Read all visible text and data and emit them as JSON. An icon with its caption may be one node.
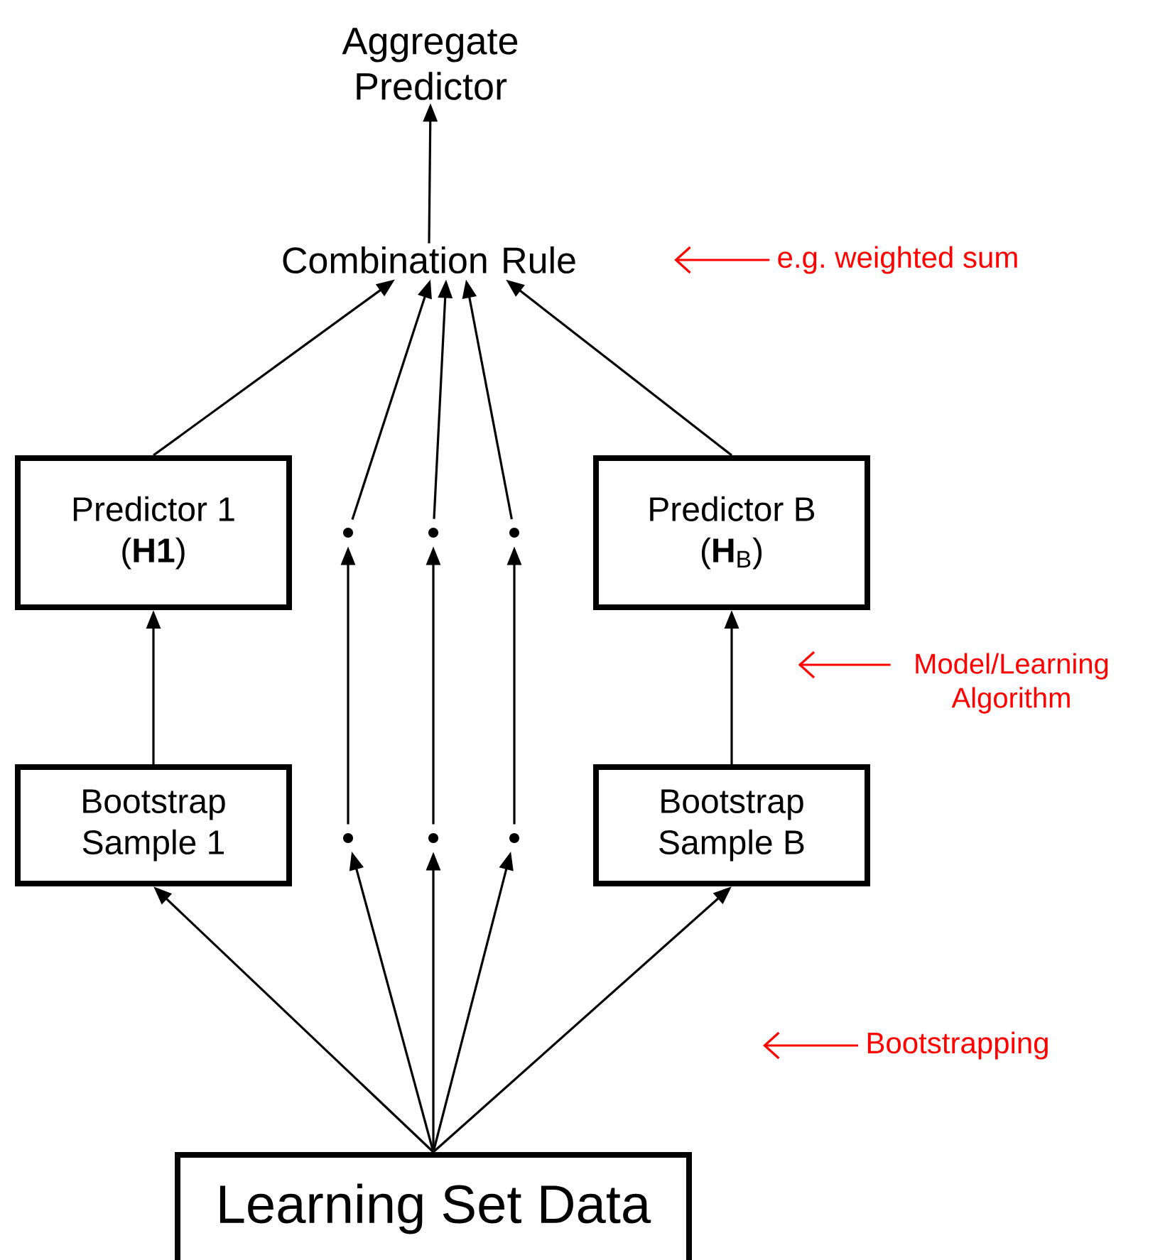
{
  "diagram": {
    "nodes": [
      {
        "text": [
          "Aggregate Predictor"
        ]
      },
      {
        "text": [
          "Combination Rule"
        ]
      },
      {
        "text": [
          "e.g. weighted sum"
        ]
      },
      {
        "text": [
          "Predictor 1 (**H1**)"
        ]
      },
      {
        "text": [],
        "shape": "circle"
      },
      {
        "text": [],
        "shape": "circle"
      },
      {
        "text": [],
        "shape": "circle"
      },
      {
        "text": [
          "Predictor B (**H**$_{B}$)"
        ]
      },
      {
        "text": [
          "Model/Learning Algorithm"
        ]
      },
      {
        "text": [
          "Bootstrap Sample 1"
        ]
      },
      {
        "text": [],
        "shape": "circle"
      },
      {
        "text": [],
        "shape": "circle"
      },
      {
        "text": [],
        "shape": "circle"
      },
      {
        "text": [
          "Bootstrap Sample B"
        ]
      },
      {
        "text": [
          "Bootstrapping"
        ]
      },
      {
        "text": [
          "Learning Set Data"
        ]
      }
    ],
    "edges": [
      {
        "from": 1,
        "to": 0,
        "arrow": "to"
      },
      {
        "from": 3,
        "to": 1,
        "arrow": "to"
      },
      {
        "from": 4,
        "to": 1,
        "arrow": "to"
      },
      {
        "from": 5,
        "to": 1,
        "arrow": "to"
      },
      {
        "from": 6,
        "to": 1,
        "arrow": "to"
      },
      {
        "from": 7,
        "to": 1,
        "arrow": "to"
      },
      {
        "from": 2,
        "to": null,
        "arrow": "to",
        "color": "#ff0000"
      },
      {
        "from": 9,
        "to": 3,
        "arrow": "to"
      },
      {
        "from": 10,
        "to": 4,
        "arrow": "to"
      },
      {
        "from": 11,
        "to": 5,
        "arrow": "to"
      },
      {
        "from": 12,
        "to": 6,
        "arrow": "to"
      },
      {
        "from": 13,
        "to": 7,
        "arrow": "to"
      },
      {
        "from": 8,
        "to": null,
        "arrow": "to",
        "color": "#ff0000"
      },
      {
        "from": 15,
        "to": 9,
        "arrow": "to"
      },
      {
        "from": 15,
        "to": 10,
        "arrow": "to"
      },
      {
        "from": 15,
        "to": 11,
        "arrow": "to"
      },
      {
        "from": 15,
        "to": 12,
        "arrow": "to"
      },
      {
        "from": 15,
        "to": 13,
        "arrow": "to"
      },
      {
        "from": 14,
        "to": null,
        "arrow": "to",
        "color": "#ff0000"
      }
    ]
  }
}
